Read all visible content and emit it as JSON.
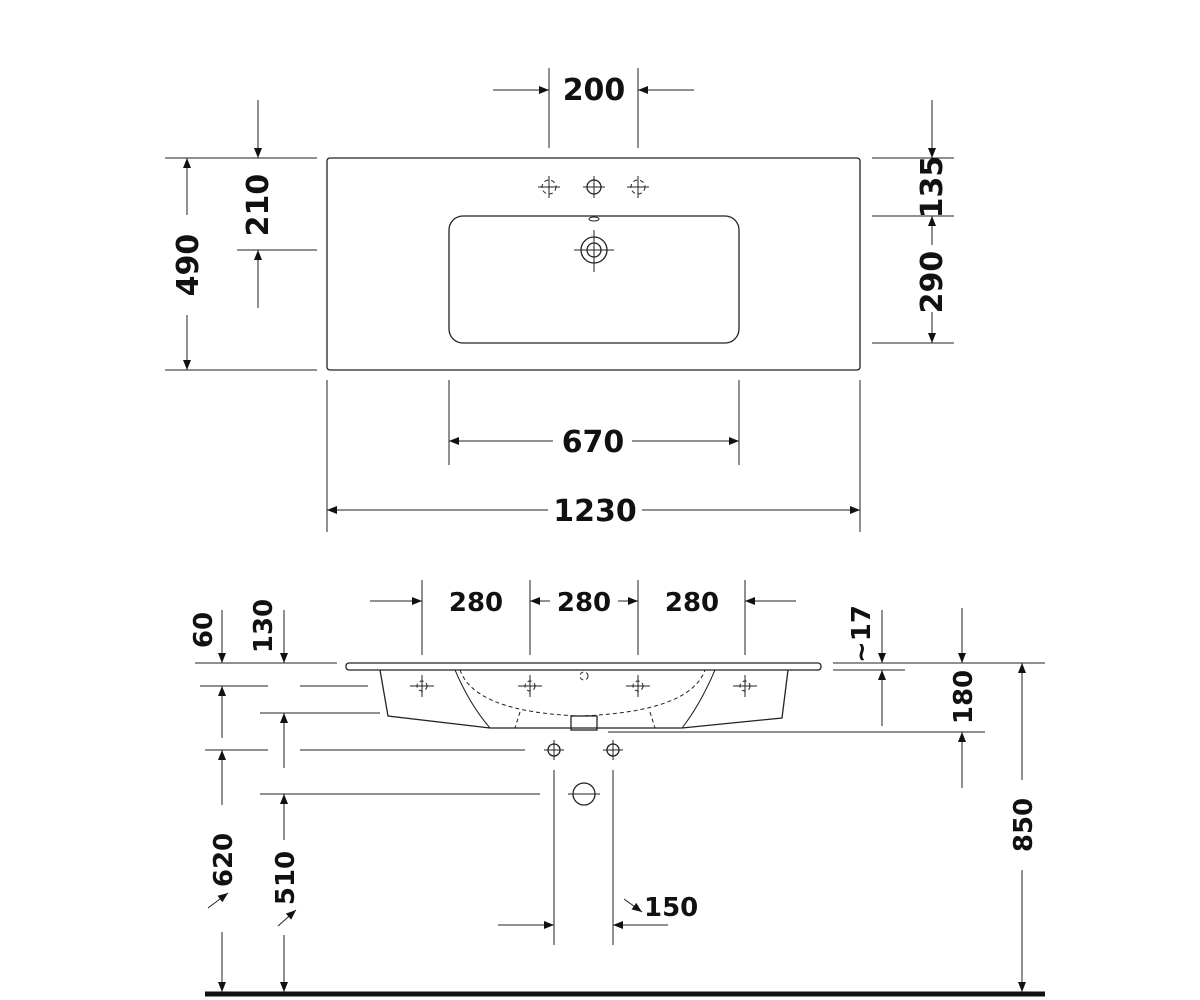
{
  "top_view": {
    "tap_hole_spacing": "200",
    "overall_depth": "490",
    "tap_hole_offset": "210",
    "tap_to_bowl": "135",
    "bowl_depth": "290",
    "bowl_width": "670",
    "overall_width": "1230"
  },
  "front_view": {
    "mounting_spacing_1": "280",
    "mounting_spacing_2": "280",
    "mounting_spacing_3": "280",
    "rim_thickness": "60",
    "bracket_offset": "130",
    "rim_height": "~17",
    "bowl_height": "180",
    "supply_height": "620",
    "waste_height": "510",
    "supply_spacing": "150",
    "total_height": "850"
  }
}
